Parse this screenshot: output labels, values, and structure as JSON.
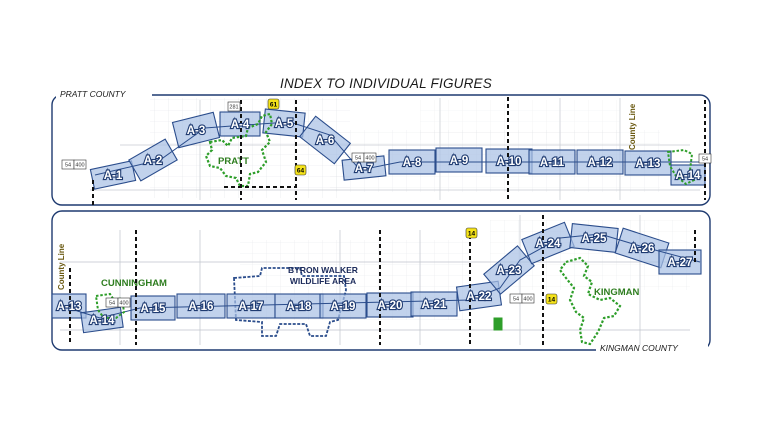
{
  "title": "INDEX TO INDIVIDUAL FIGURES",
  "counties": {
    "pratt": "PRATT COUNTY",
    "kingman": "KINGMAN COUNTY"
  },
  "county_line_label": "County Line",
  "towns": {
    "pratt": "PRATT",
    "cunningham": "CUNNINGHAM",
    "kingman": "KINGMAN"
  },
  "wildlife_area": {
    "line1": "BYRON WALKER",
    "line2": "WILDLIFE AREA"
  },
  "route_markers": {
    "k61": "61",
    "k64": "64",
    "k14_upper": "14",
    "k14_lower": "14"
  },
  "us_shields": {
    "us54_a": "54",
    "us400_a": "400",
    "us54_b": "54",
    "us400_b": "400",
    "us54_c": "54",
    "us400_c": "400",
    "us54_d": "54",
    "us281": "281"
  },
  "segments_upper": [
    "A-1",
    "A-2",
    "A-3",
    "A-4",
    "A-5",
    "A-6",
    "A-7",
    "A-8",
    "A-9",
    "A-10",
    "A-11",
    "A-12",
    "A-13",
    "A-14"
  ],
  "segments_lower": [
    "A-13",
    "A-14",
    "A-15",
    "A-16",
    "A-17",
    "A-18",
    "A-19",
    "A-20",
    "A-21",
    "A-22",
    "A-23",
    "A-24",
    "A-25",
    "A-26",
    "A-27"
  ],
  "colors": {
    "frame": "#1e3a70",
    "segment_fill": "#a9c0e4",
    "segment_stroke": "#2b4d8c",
    "boundary_green": "#2e9e2a",
    "route_yellow": "#f5e31a",
    "county_line_dash": "#111111",
    "grid_gray": "#b8bcc4",
    "wildlife_blue": "#2b4d8c"
  }
}
